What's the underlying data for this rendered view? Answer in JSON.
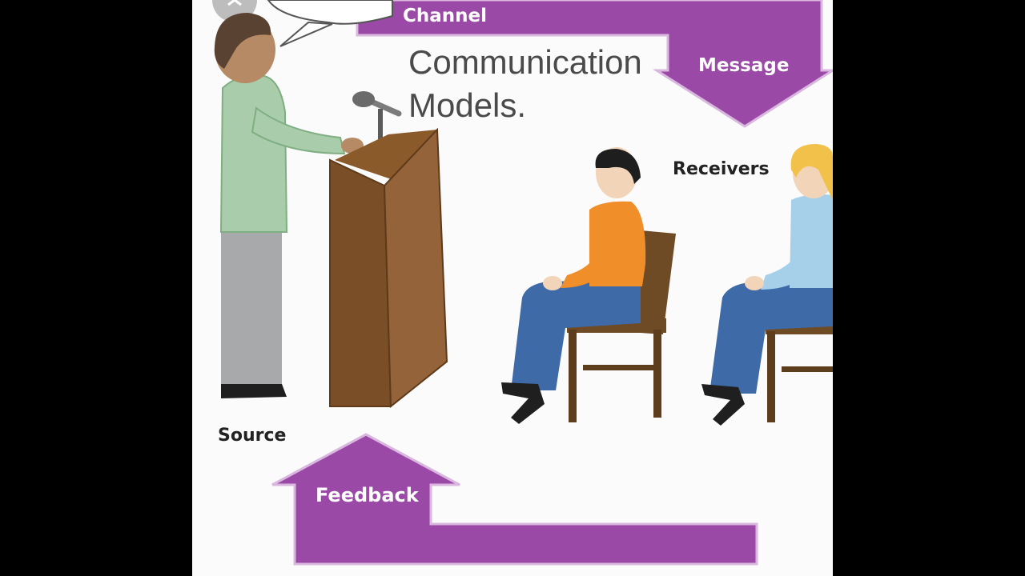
{
  "diagram": {
    "labels": {
      "channel": "Channel",
      "message": "Message",
      "receivers": "Receivers",
      "source": "Source",
      "feedback": "Feedback"
    },
    "overlay_title": [
      "Communication",
      "Models."
    ],
    "colors": {
      "arrow_fill": "#9a4aa6",
      "arrow_text": "#ffffff",
      "label_text": "#222222",
      "overlay_text": "#4a4a4a"
    }
  },
  "icons": [
    "speech-bubble-icon",
    "close-icon",
    "microphone-icon",
    "podium-icon",
    "chair-icon"
  ]
}
